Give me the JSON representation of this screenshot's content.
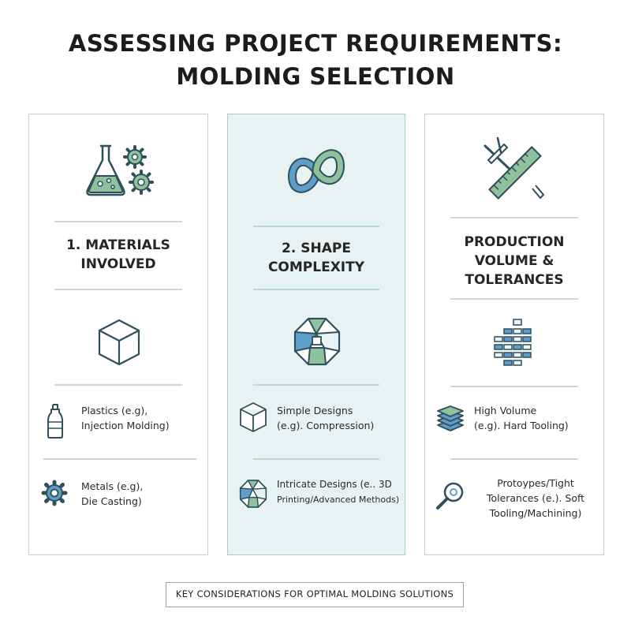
{
  "title": {
    "line1": "ASSESSING PROJECT REQUIREMENTS:",
    "line2": "MOLDING SELECTION"
  },
  "columns": [
    {
      "heading": [
        "1. MATERIALS",
        "INVOLVED"
      ],
      "header_icon": "flask-gears-icon",
      "sub_icon": "cube-icon",
      "items": [
        {
          "icon": "bottle-icon",
          "lines": [
            "Plastics (e.g),",
            "Injection Molding)"
          ]
        },
        {
          "icon": "gear-icon",
          "lines": [
            "Metals (e.g),",
            "Die Casting)"
          ]
        }
      ]
    },
    {
      "heading": [
        "2. SHAPE",
        "COMPLEXITY"
      ],
      "header_icon": "infinity-icon",
      "sub_icon": "polyhedron-icon",
      "items": [
        {
          "icon": "simple-cube-icon",
          "lines": [
            "Simple Designs",
            "(e.g). Compression)"
          ]
        },
        {
          "icon": "intricate-polyhedron-icon",
          "lines": [
            "Intricate Designs (e.. 3D",
            "Printing/Advanced Methods)"
          ]
        }
      ]
    },
    {
      "heading": [
        "PRODUCTION",
        "VOLUME &",
        "TOLERANCES"
      ],
      "header_icon": "ruler-tools-icon",
      "sub_icon": "stacked-parts-icon",
      "items": [
        {
          "icon": "stack-layers-icon",
          "lines": [
            "High Volume",
            "(e.g). Hard Tooling)"
          ]
        },
        {
          "icon": "magnifier-icon",
          "lines": [
            "Protoypes/Tight",
            "Tolerances (e.). Soft",
            "Tooling/Machining)"
          ]
        }
      ]
    }
  ],
  "footer": "KEY CONSIDERATIONS FOR OPTIMAL MOLDING SOLUTIONS",
  "colors": {
    "outline": "#2f4f5a",
    "green": "#8fc29c",
    "blue": "#5f9ec9",
    "mid_bg": "#e7f3f2"
  }
}
